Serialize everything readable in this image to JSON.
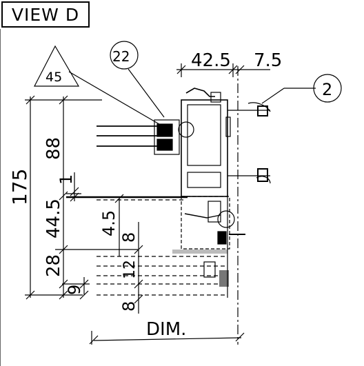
{
  "view_label": "VIEW D",
  "callouts": {
    "triangle": "45",
    "circle_top": "22",
    "circle_right": "2"
  },
  "dimensions": {
    "top_left": "42.5",
    "top_right": "7.5",
    "overall_height": "175",
    "seg_88": "88",
    "seg_1": "1",
    "seg_44_5": "44.5",
    "seg_4_5": "4.5",
    "seg_8_a": "8",
    "seg_28": "28",
    "seg_12": "12",
    "seg_9": "9",
    "seg_8_b": "8",
    "dim_text": "DIM."
  }
}
